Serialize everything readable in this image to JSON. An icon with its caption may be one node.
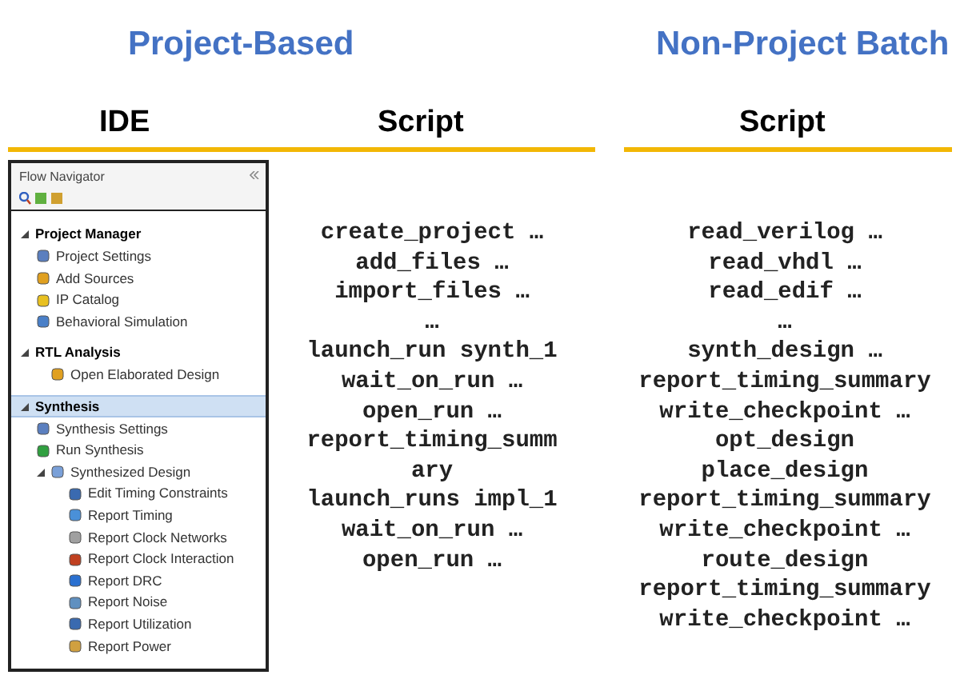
{
  "diagram": {
    "nodes": [
      {
        "text": [
          "Flow Navigator",
          "Project Manager",
          "Project Settings",
          "Add Sources",
          "IP Catalog",
          "Behavioral Simulation",
          "RTL Analysis",
          "Open Elaborated Design",
          "Synthesis Settings",
          "Run Synthesis",
          "Synthesized Design",
          "Edit Timing Constraints",
          "Report Timing",
          "Report Clock Networks",
          "Report Clock Interaction",
          "Report DRC",
          "Report Noise",
          "Report Utilization",
          "Report Power"
        ]
      },
      {
        "text": [
          "Synthesis"
        ],
        "in": 0
      }
    ],
    "edges": [],
    "labels": [
      "Project-Based",
      "Non-Project Batch",
      "IDE",
      "Script",
      "Script",
      "create_project …",
      "add_files …",
      "import_files …",
      "…",
      "launch_run synth_1",
      "wait_on_run …",
      "open_run …",
      "report_timing_summary",
      "launch_runs impl_1",
      "wait_on_run …",
      "open_run …",
      "read_verilog …",
      "read_vhdl …",
      "read_edif …",
      "…",
      "synth_design …",
      "report_timing_summary",
      "write_checkpoint …",
      "opt_design",
      "place_design",
      "report_timing_summary",
      "write_checkpoint …",
      "route_design",
      "report_timing_summary",
      "write_checkpoint …"
    ]
  }
}
